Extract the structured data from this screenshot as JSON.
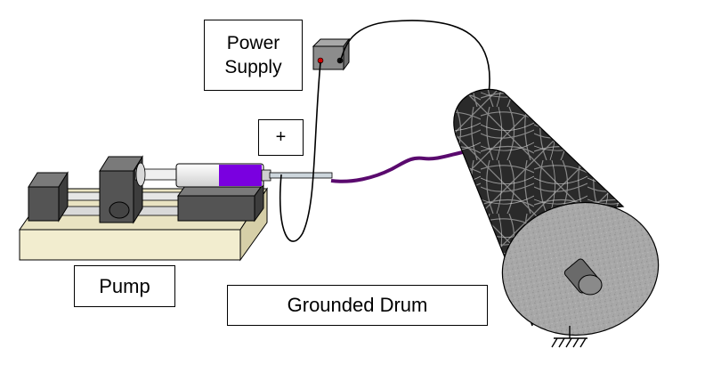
{
  "labels": {
    "power_supply": "Power\nSupply",
    "plus": "+",
    "pump": "Pump",
    "grounded_drum": "Grounded Drum"
  },
  "colors": {
    "polymer_solution": "#7a00e0",
    "fiber_jet": "#5a0a6e",
    "pump_base": "#f2edcf",
    "pump_block": "#545454",
    "drum_face": "#a4a4a4",
    "drum_body": "#2a2a2a",
    "power_supply_box": "#8c8c8c",
    "positive_terminal": "#cc0000",
    "negative_terminal": "#111111"
  },
  "icons": {
    "ground": "ground-symbol-icon"
  }
}
